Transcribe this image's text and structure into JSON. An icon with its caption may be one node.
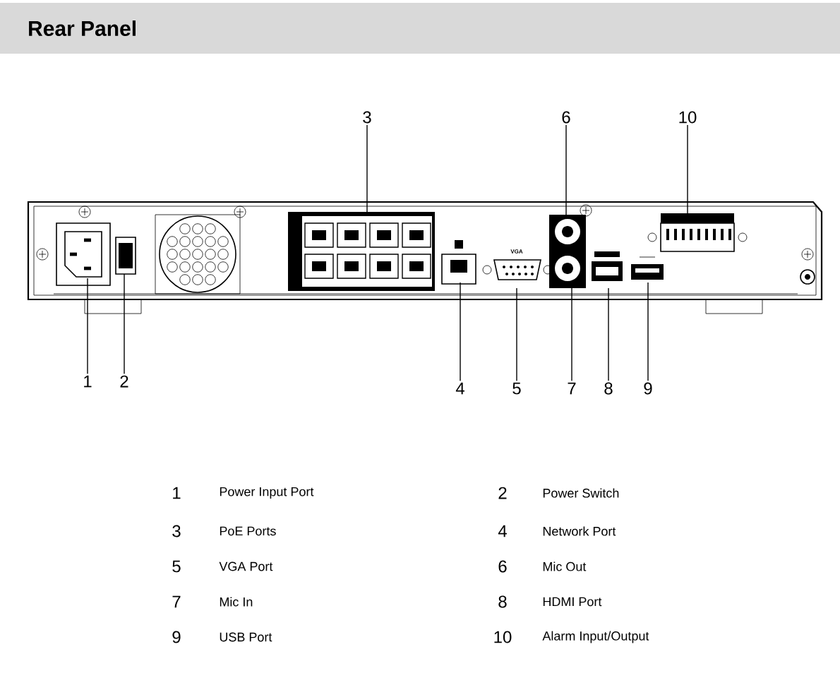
{
  "diagram": {
    "title": "Rear Panel",
    "nodes": [
      {
        "text": [
          "1"
        ]
      },
      {
        "text": [
          "2"
        ]
      },
      {
        "text": [
          "3"
        ]
      },
      {
        "text": [
          "4"
        ]
      },
      {
        "text": [
          "5"
        ]
      },
      {
        "text": [
          "6"
        ]
      },
      {
        "text": [
          "7"
        ]
      },
      {
        "text": [
          "8"
        ]
      },
      {
        "text": [
          "9"
        ]
      },
      {
        "text": [
          "10"
        ]
      }
    ],
    "edges": [
      {
        "from": 0,
        "to": null,
        "arrow": "none"
      },
      {
        "from": 1,
        "to": null,
        "arrow": "none"
      },
      {
        "from": 2,
        "to": null,
        "arrow": "none"
      },
      {
        "from": 3,
        "to": null,
        "arrow": "none"
      },
      {
        "from": 4,
        "to": null,
        "arrow": "none"
      },
      {
        "from": 5,
        "to": null,
        "arrow": "none"
      },
      {
        "from": 6,
        "to": null,
        "arrow": "none"
      },
      {
        "from": 7,
        "to": null,
        "arrow": "none"
      },
      {
        "from": 8,
        "to": null,
        "arrow": "none"
      },
      {
        "from": 9,
        "to": null,
        "arrow": "none"
      }
    ],
    "labels": [
      "VGA",
      "1",
      "Power Input Port",
      "2",
      "Power Switch",
      "3",
      "PoE Ports",
      "4",
      "Network Port",
      "5",
      "VGA Port",
      "6",
      "Mic Out",
      "7",
      "Mic In",
      "8",
      "HDMI Port",
      "9",
      "USB Port",
      "10",
      "Alarm Input/Output"
    ]
  }
}
